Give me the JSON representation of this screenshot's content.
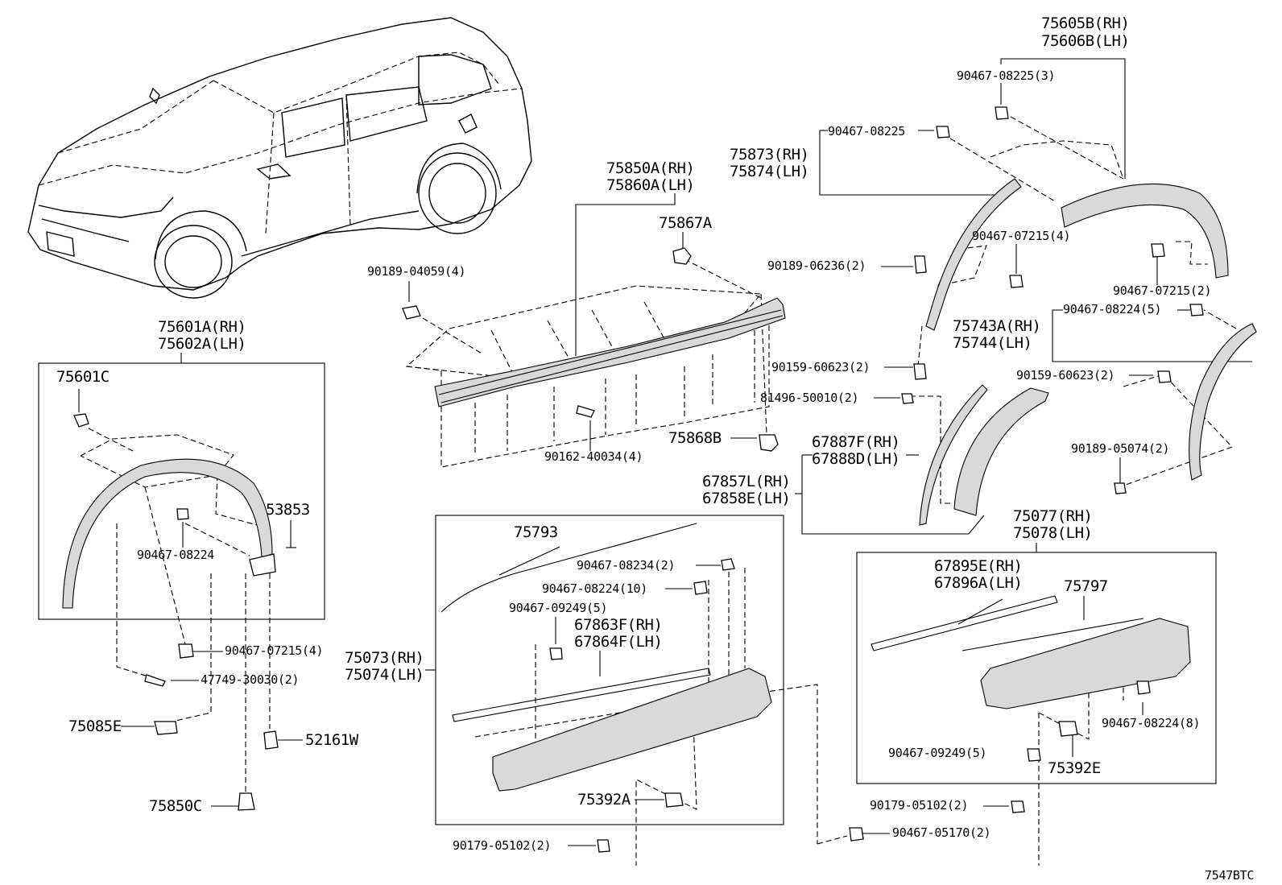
{
  "callouts": {
    "p75605B": "75605B(RH)",
    "p75606B": "75606B(LH)",
    "p90467_08225_3": "90467-08225(3)",
    "p90467_08225": "90467-08225",
    "p75873": "75873(RH)",
    "p75874": "75874(LH)",
    "p75850A": "75850A(RH)",
    "p75860A": "75860A(LH)",
    "p75867A": "75867A",
    "p90189_04059": "90189-04059(4)",
    "p90189_06236": "90189-06236(2)",
    "p90467_07215_4a": "90467-07215(4)",
    "p90467_07215_2": "90467-07215(2)",
    "p90467_08224_5": "90467-08224(5)",
    "p75743A": "75743A(RH)",
    "p75744": "75744(LH)",
    "p90159_60623_a": "90159-60623(2)",
    "p90159_60623_b": "90159-60623(2)",
    "p81496_50010": "81496-50010(2)",
    "p75601A": "75601A(RH)",
    "p75602A": "75602A(LH)",
    "p75601C": "75601C",
    "p53853": "53853",
    "p90467_08224": "90467-08224",
    "p75868B": "75868B",
    "p90162_40034": "90162-40034(4)",
    "p67887F": "67887F(RH)",
    "p67888D": "67888D(LH)",
    "p67857L": "67857L(RH)",
    "p67858E": "67858E(LH)",
    "p90189_05074": "90189-05074(2)",
    "p75793": "75793",
    "p90467_08234": "90467-08234(2)",
    "p90467_08224_10": "90467-08224(10)",
    "p90467_09249_5a": "90467-09249(5)",
    "p67863F": "67863F(RH)",
    "p67864F": "67864F(LH)",
    "p75077": "75077(RH)",
    "p75078": "75078(LH)",
    "p67895E": "67895E(RH)",
    "p67896A": "67896A(LH)",
    "p75797": "75797",
    "p90467_07215_4b": "90467-07215(4)",
    "p47749_30030": "47749-30030(2)",
    "p75073": "75073(RH)",
    "p75074": "75074(LH)",
    "p90467_08224_8": "90467-08224(8)",
    "p75085E": "75085E",
    "p52161W": "52161W",
    "p90467_09249_5b": "90467-09249(5)",
    "p75392E": "75392E",
    "p75850C": "75850C",
    "p75392A": "75392A",
    "p90179_05102_a": "90179-05102(2)",
    "p90467_05170": "90467-05170(2)",
    "p90179_05102_b": "90179-05102(2)",
    "p7547BTC": "7547BTC"
  }
}
